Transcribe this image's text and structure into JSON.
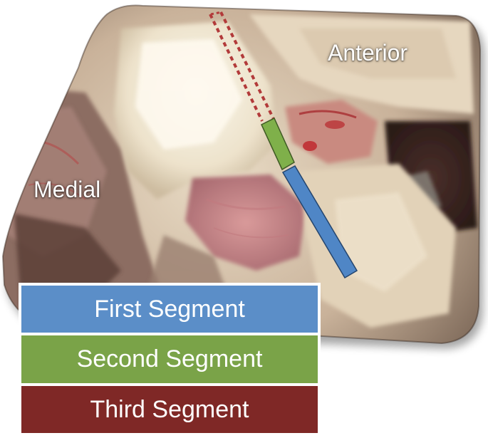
{
  "labels": {
    "anterior": "Anterior",
    "medial": "Medial"
  },
  "legend": {
    "items": [
      {
        "text": "First Segment",
        "color": "#5b8ec8"
      },
      {
        "text": "Second Segment",
        "color": "#7aa348"
      },
      {
        "text": "Third Segment",
        "color": "#7f2826"
      }
    ]
  },
  "colors": {
    "first_segment": "#4f86c6",
    "second_segment": "#7fb04a",
    "third_segment_dotted": "#b23a3a"
  }
}
